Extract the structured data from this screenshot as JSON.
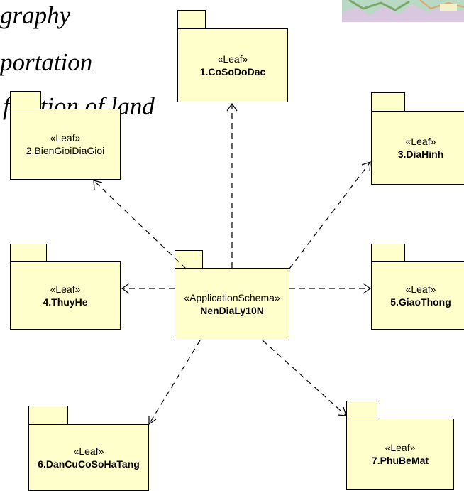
{
  "background_text": [
    "graphy",
    "portation",
    "fication of land"
  ],
  "colors": {
    "package_fill": "#ffffcc",
    "stroke": "#000000"
  },
  "root": {
    "stereotype": "«ApplicationSchema»",
    "name": "NenDiaLy10N"
  },
  "packages": [
    {
      "stereotype": "«Leaf»",
      "name": "1.CoSoDoDac"
    },
    {
      "stereotype": "«Leaf»",
      "name": "2.BienGioiDiaGioi"
    },
    {
      "stereotype": "«Leaf»",
      "name": "3.DiaHinh"
    },
    {
      "stereotype": "«Leaf»",
      "name": "4.ThuyHe"
    },
    {
      "stereotype": "«Leaf»",
      "name": "5.GiaoThong"
    },
    {
      "stereotype": "«Leaf»",
      "name": "6.DanCuCoSoHaTang"
    },
    {
      "stereotype": "«Leaf»",
      "name": "7.PhuBeMat"
    }
  ],
  "thumbnail": "map-thumbnail"
}
